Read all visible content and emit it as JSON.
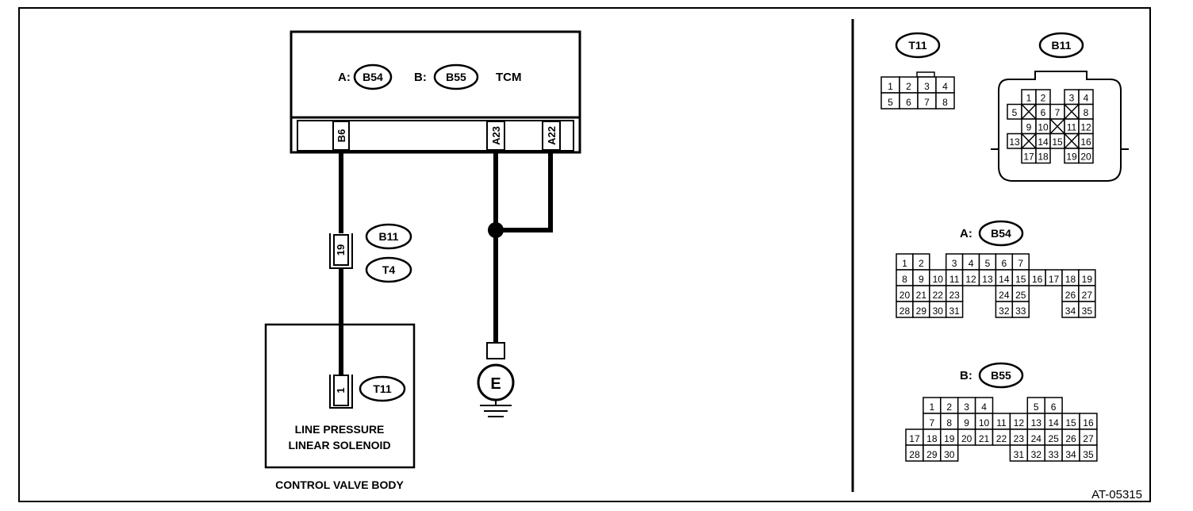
{
  "tcm": {
    "label_a": "A:",
    "conn_a": "B54",
    "label_b": "B:",
    "conn_b": "B55",
    "name": "TCM",
    "pins": [
      "B6",
      "A23",
      "A22"
    ]
  },
  "harness": {
    "pin": "19",
    "conn1": "B11",
    "conn2": "T4"
  },
  "component": {
    "pin": "1",
    "conn": "T11",
    "line1": "LINE PRESSURE",
    "line2": "LINEAR SOLENOID",
    "housing": "CONTROL VALVE BODY"
  },
  "ground": {
    "symbol": "E"
  },
  "connectors": {
    "t11": {
      "name": "T11",
      "rows": [
        [
          "1",
          "2",
          "3",
          "4"
        ],
        [
          "5",
          "6",
          "7",
          "8"
        ]
      ]
    },
    "b11": {
      "name": "B11",
      "rows": [
        [
          "1",
          "2",
          "",
          "3",
          "4"
        ],
        [
          "5",
          "x",
          "6",
          "7",
          "x",
          "8"
        ],
        [
          "9",
          "10",
          "x",
          "11",
          "12"
        ],
        [
          "13",
          "x",
          "14",
          "15",
          "x",
          "16"
        ],
        [
          "17",
          "18",
          "",
          "19",
          "20"
        ]
      ]
    },
    "b54": {
      "prefix": "A:",
      "name": "B54",
      "rows": [
        [
          "1",
          "2",
          "",
          "3",
          "4",
          "5",
          "6",
          "7"
        ],
        [
          "8",
          "9",
          "10",
          "11",
          "12",
          "13",
          "14",
          "15",
          "16",
          "17",
          "18",
          "19"
        ],
        [
          "20",
          "21",
          "22",
          "23",
          "24",
          "25",
          "26",
          "27"
        ],
        [
          "28",
          "29",
          "30",
          "31",
          "32",
          "33",
          "34",
          "35"
        ]
      ]
    },
    "b55": {
      "prefix": "B:",
      "name": "B55",
      "rows": [
        [
          "1",
          "2",
          "3",
          "4",
          "",
          "5",
          "6"
        ],
        [
          "7",
          "8",
          "9",
          "10",
          "11",
          "12",
          "13",
          "14",
          "15",
          "16"
        ],
        [
          "17",
          "18",
          "19",
          "20",
          "21",
          "22",
          "23",
          "24",
          "25",
          "26",
          "27"
        ],
        [
          "28",
          "29",
          "30",
          "31",
          "32",
          "33",
          "34",
          "35"
        ]
      ]
    }
  },
  "figure_id": "AT-05315"
}
